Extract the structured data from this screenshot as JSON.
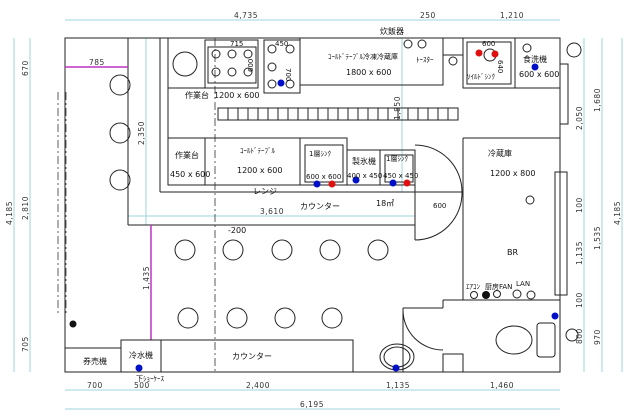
{
  "labels": {
    "rice_cooker": "炊飯器",
    "cold_freezer": "ｺｰﾙﾄﾞﾃｰﾌﾞﾙ冷凍冷蔵庫",
    "cold_freezer_size": "1800 x 600",
    "toaster": "ﾄｰｽﾀｰ",
    "soiled_sink": "ｿｲﾙﾄﾞｼﾝｸ",
    "soiled_sink_w": "600",
    "soiled_sink_d": "640",
    "dishwasher": "食洗機",
    "dishwasher_size": "600 x 600",
    "burner_w": "715",
    "burner_d": "600",
    "grill_w": "450",
    "grill_d": "700",
    "worktable_top": "作業台",
    "worktable_top_size": "1200 x 600",
    "worktable": "作業台",
    "worktable_size": "450 x 600",
    "cold_table": "ｺｰﾙﾄﾞﾃｰﾌﾞﾙ",
    "cold_table_size": "1200 x 600",
    "sink1": "1層ｼﾝｸ",
    "sink1_size": "600 x 600",
    "ice_maker": "製氷機",
    "ice_maker_size": "400 x 450",
    "sink2": "1層ｼﾝｸ",
    "sink2_size": "450 x 450",
    "range": "レンジ",
    "counter_kitchen": "カウンター",
    "area": "18㎡",
    "door_600": "600",
    "fridge": "冷蔵庫",
    "fridge_size": "1200 x 800",
    "br": "BR",
    "aircon": "ｴｱｺﾝ",
    "kitchen_fan": "厨房FAN",
    "lan": "LAN",
    "level": "-200",
    "ticket_machine": "券売機",
    "water_cooler": "冷水機",
    "showcase": "下ｼｮｰｹｰｽ",
    "counter_front": "カウンター"
  },
  "dimensions": {
    "top": [
      "4,735",
      "250",
      "1,210"
    ],
    "bottom": [
      "700",
      "500",
      "2,400",
      "1,135",
      "1,460"
    ],
    "total_width": "6,195",
    "left_total": "4,185",
    "left": [
      "670",
      "2,810",
      "705"
    ],
    "right_inner": [
      "2,050",
      "100",
      "1,135",
      "100",
      "800"
    ],
    "right_mid": [
      "1,680",
      "1,535",
      "970"
    ],
    "right_total": "4,185",
    "inner_2350": "2,350",
    "inner_1850": "1,850",
    "inner_3610": "3,610",
    "inner_785": "785",
    "inner_1435": "1,435"
  },
  "colors": {
    "hot": "#e01010",
    "cold": "#0010c8",
    "marker": "#c030c0"
  }
}
